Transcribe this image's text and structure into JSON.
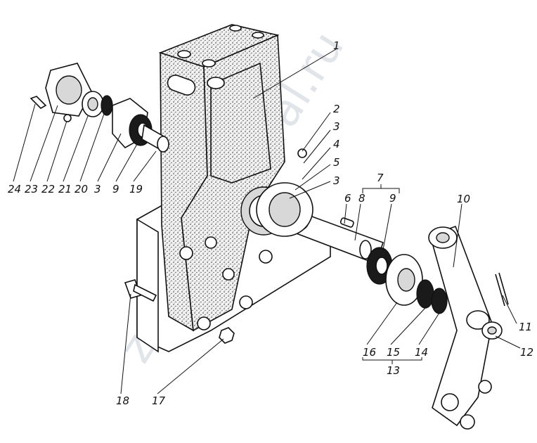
{
  "watermark": "zapchasti-ural.ru",
  "labels": [
    "1",
    "2",
    "3",
    "4",
    "5",
    "3",
    "6",
    "8",
    "9",
    "7",
    "10",
    "11",
    "12",
    "13",
    "14",
    "15",
    "16",
    "17",
    "18",
    "19",
    "9",
    "3",
    "20",
    "21",
    "22",
    "23",
    "24"
  ]
}
